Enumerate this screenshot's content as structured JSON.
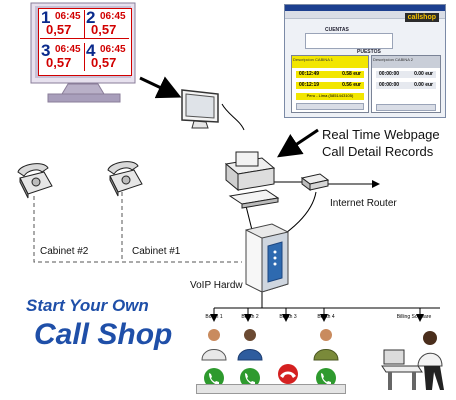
{
  "monitor_cells": [
    {
      "num": "1",
      "time": "06:45",
      "cost": "0,57"
    },
    {
      "num": "2",
      "time": "06:45",
      "cost": "0,57"
    },
    {
      "num": "3",
      "time": "06:45",
      "cost": "0,57"
    },
    {
      "num": "4",
      "time": "06:45",
      "cost": "0,57"
    }
  ],
  "web_screen": {
    "brand": "callshop",
    "section_top": "CUENTAS",
    "section_mid": "PUESTOS",
    "booth_a": "Descripcion CABINA 1",
    "booth_b": "Descripcion CABINA 2",
    "row1": [
      "00:12:49",
      "0.58 eur"
    ],
    "row2": [
      "00:12:19",
      "0.56 eur"
    ],
    "row3": [
      "00:00:00",
      "0.00 eur"
    ],
    "row4": [
      "00:00:00",
      "0.00 eur"
    ],
    "footer": "Peru - Lima (5851443105)"
  },
  "labels": {
    "realtime_line1": "Real Time Webpage",
    "realtime_line2": "Call Detail Records",
    "router": "Internet Router",
    "cabinet2": "Cabinet #2",
    "cabinet1": "Cabinet #1",
    "voip": "VoIP Hardw",
    "headline1": "Start Your Own",
    "headline2": "Call Shop"
  },
  "booths": [
    {
      "label": "Booth 1",
      "status": "active"
    },
    {
      "label": "Booth 2",
      "status": "active"
    },
    {
      "label": "Booth 3",
      "status": "ended"
    },
    {
      "label": "Booth 4",
      "status": "active"
    }
  ],
  "billing_label": "Billing Software",
  "colors": {
    "headline": "#1f4fa8",
    "cell_border": "#d10000",
    "cell_text": "#d10000",
    "cell_number": "#0a2a8c",
    "green_call": "#2e9a2e",
    "red_call": "#d42020"
  },
  "icons": [
    "monitor-icon",
    "telephone-icon",
    "computer-icon",
    "router-icon",
    "voip-box-icon",
    "phone-handset-icon",
    "person-icon"
  ]
}
